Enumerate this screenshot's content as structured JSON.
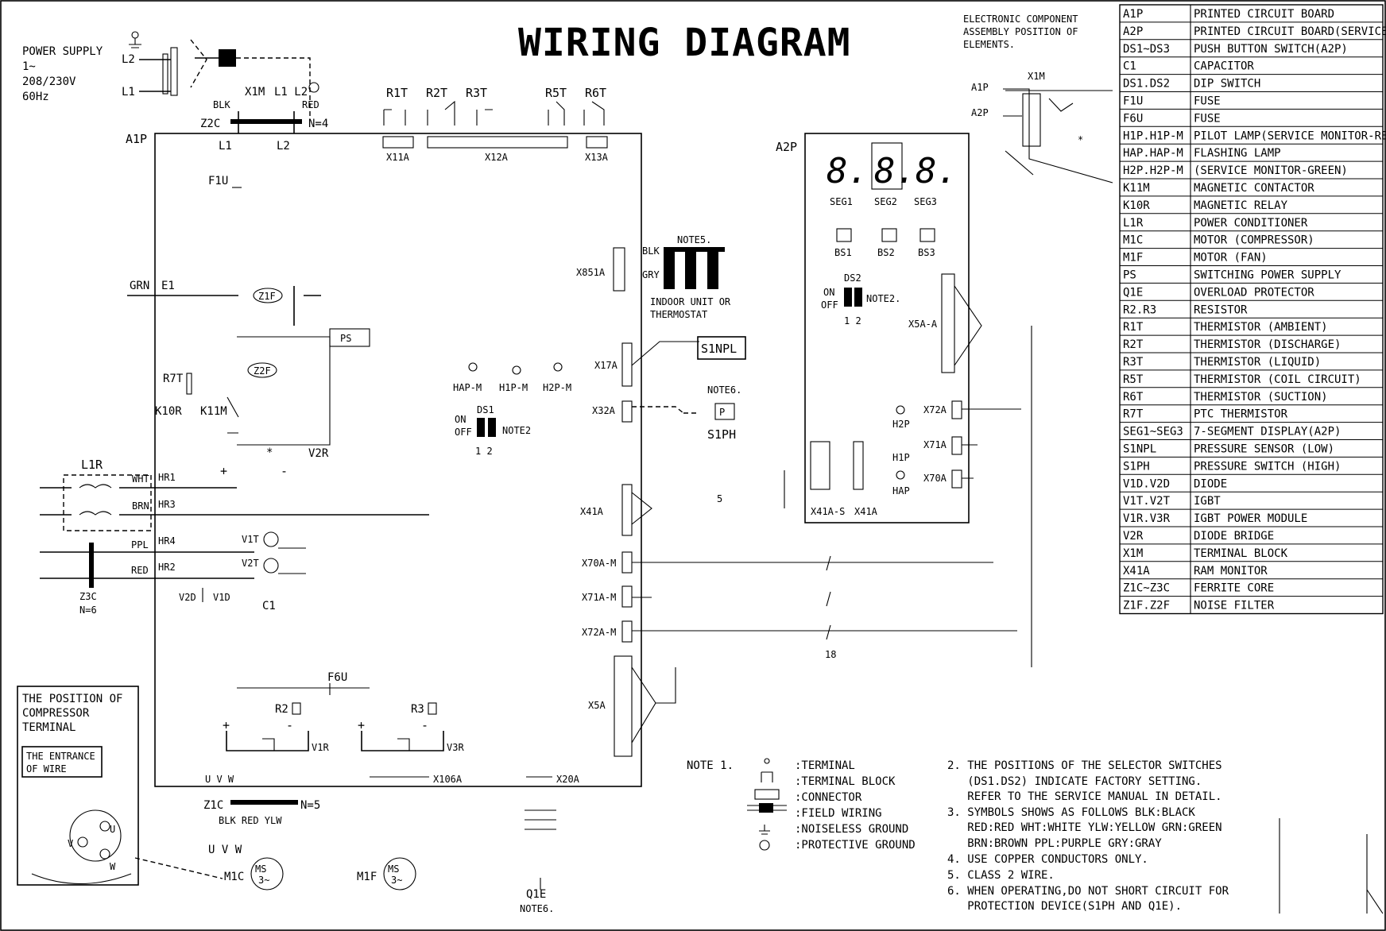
{
  "title": "WIRING DIAGRAM",
  "power_supply": [
    "POWER SUPPLY",
    "1~",
    "208/230V",
    "60Hz"
  ],
  "assembly_note": [
    "ELECTRONIC COMPONENT",
    "ASSEMBLY POSITION OF",
    "ELEMENTS."
  ],
  "labels": {
    "l2": "L2",
    "l1": "L1",
    "blk": "BLK",
    "red": "RED",
    "x1m": "X1M",
    "l1l2": "L1 L2",
    "z2c": "Z2C",
    "n4": "N=4",
    "a1p": "A1P",
    "l1_term": "L1",
    "l2_term": "L2",
    "f1u": "F1U",
    "grn": "GRN",
    "e1": "E1",
    "z1f": "Z1F",
    "ps": "PS",
    "z2f": "Z2F",
    "r7t": "R7T",
    "k10r": "K10R",
    "k11m": "K11M",
    "v2r": "V2R",
    "l1r": "L1R",
    "wht": "WHT",
    "brn": "BRN",
    "ppl": "PPL",
    "red2": "RED",
    "hr1": "HR1",
    "hr3": "HR3",
    "hr4": "HR4",
    "hr2": "HR2",
    "plus": "+",
    "minus": "-",
    "v1t": "V1T",
    "v2t": "V2T",
    "z3c": "Z3C",
    "n6": "N=6",
    "v2d": "V2D",
    "v1d": "V1D",
    "c1": "C1",
    "f6u": "F6U",
    "r2": "R2",
    "r3": "R3",
    "v1r": "V1R",
    "v3r": "V3R",
    "uvw_small": "U  V  W",
    "x106a": "X106A",
    "x20a": "X20A",
    "z1c": "Z1C",
    "n5": "N=5",
    "blk_red_ylw": "BLK RED YLW",
    "uvw": "U   V   W",
    "m1c": "M1C",
    "m1f": "M1F",
    "ms3": "MS",
    "ms3b": "3~",
    "q1e": "Q1E",
    "note6b": "NOTE6.",
    "r1t": "R1T",
    "r2t": "R2T",
    "r3t": "R3T",
    "r5t": "R5T",
    "r6t": "R6T",
    "x11a": "X11A",
    "x12a": "X12A",
    "x13a": "X13A",
    "x851a": "X851A",
    "blk2": "BLK",
    "gry": "GRY",
    "note5": "NOTE5.",
    "indoor": "INDOOR UNIT OR",
    "thermostat": "THERMOSTAT",
    "x17a": "X17A",
    "s1npl": "S1NPL",
    "x32a": "X32A",
    "note6": "NOTE6.",
    "p": "P",
    "s1ph": "S1PH",
    "hap_m": "HAP-M",
    "h1p_m": "H1P-M",
    "h2p_m": "H2P-M",
    "ds1": "DS1",
    "on": "ON",
    "off": "OFF",
    "note2": "NOTE2",
    "one_two": "1 2",
    "x41a_l": "X41A",
    "five": "5",
    "x70a_m": "X70A-M",
    "x71a_m": "X71A-M",
    "x72a_m": "X72A-M",
    "eighteen": "18",
    "x5a": "X5A",
    "a2p": "A2P",
    "seg1": "SEG1",
    "seg2": "SEG2",
    "seg3": "SEG3",
    "bs1": "BS1",
    "bs2": "BS2",
    "bs3": "BS3",
    "ds2": "DS2",
    "note2b": "NOTE2.",
    "x5a_a": "X5A-A",
    "h2p": "H2P",
    "h1p": "H1P",
    "hap": "HAP",
    "x72a": "X72A",
    "x71a": "X71A",
    "x70a": "X70A",
    "x41a_s": "X41A-S",
    "x41a": "X41A",
    "x1m_r": "X1M",
    "a1p_r": "A1P",
    "a2p_r": "A2P",
    "pos_title": [
      "THE POSITION OF",
      "COMPRESSOR",
      "TERMINAL"
    ],
    "entrance": [
      "THE ENTRANCE",
      "OF WIRE"
    ],
    "uvw_comp": [
      "U",
      "V",
      "W"
    ]
  },
  "note1": {
    "title": "NOTE 1.",
    "items": [
      ":TERMINAL",
      ":TERMINAL BLOCK",
      ":CONNECTOR",
      ":FIELD WIRING",
      ":NOISELESS GROUND",
      ":PROTECTIVE GROUND"
    ]
  },
  "notes": [
    "2. THE POSITIONS OF THE SELECTOR SWITCHES",
    "   (DS1.DS2) INDICATE FACTORY SETTING.",
    "   REFER TO THE SERVICE MANUAL IN DETAIL.",
    "3. SYMBOLS SHOWS AS FOLLOWS BLK:BLACK",
    "   RED:RED WHT:WHITE YLW:YELLOW GRN:GREEN",
    "   BRN:BROWN PPL:PURPLE GRY:GRAY",
    "4. USE COPPER CONDUCTORS ONLY.",
    "5. CLASS 2 WIRE.",
    "6. WHEN OPERATING,DO NOT SHORT CIRCUIT FOR",
    "   PROTECTION DEVICE(S1PH AND Q1E)."
  ],
  "legend": [
    [
      "A1P",
      "PRINTED CIRCUIT BOARD"
    ],
    [
      "A2P",
      "PRINTED CIRCUIT BOARD(SERVICE)"
    ],
    [
      "DS1~DS3",
      "PUSH BUTTON SWITCH(A2P)"
    ],
    [
      "C1",
      "CAPACITOR"
    ],
    [
      "DS1.DS2",
      "DIP SWITCH"
    ],
    [
      "F1U",
      "FUSE"
    ],
    [
      "F6U",
      "FUSE"
    ],
    [
      "H1P.H1P-M",
      "PILOT LAMP(SERVICE MONITOR-RED)"
    ],
    [
      "HAP.HAP-M",
      "FLASHING LAMP"
    ],
    [
      "H2P.H2P-M",
      "(SERVICE MONITOR-GREEN)"
    ],
    [
      "K11M",
      "MAGNETIC CONTACTOR"
    ],
    [
      "K10R",
      "MAGNETIC RELAY"
    ],
    [
      "L1R",
      "POWER CONDITIONER"
    ],
    [
      "M1C",
      "MOTOR (COMPRESSOR)"
    ],
    [
      "M1F",
      "MOTOR (FAN)"
    ],
    [
      "PS",
      "SWITCHING POWER SUPPLY"
    ],
    [
      "Q1E",
      "OVERLOAD PROTECTOR"
    ],
    [
      "R2.R3",
      "RESISTOR"
    ],
    [
      "R1T",
      "THERMISTOR (AMBIENT)"
    ],
    [
      "R2T",
      "THERMISTOR (DISCHARGE)"
    ],
    [
      "R3T",
      "THERMISTOR (LIQUID)"
    ],
    [
      "R5T",
      "THERMISTOR (COIL CIRCUIT)"
    ],
    [
      "R6T",
      "THERMISTOR (SUCTION)"
    ],
    [
      "R7T",
      "PTC THERMISTOR"
    ],
    [
      "SEG1~SEG3",
      "7-SEGMENT DISPLAY(A2P)"
    ],
    [
      "S1NPL",
      "PRESSURE SENSOR (LOW)"
    ],
    [
      "S1PH",
      "PRESSURE SWITCH (HIGH)"
    ],
    [
      "V1D.V2D",
      "DIODE"
    ],
    [
      "V1T.V2T",
      "IGBT"
    ],
    [
      "V1R.V3R",
      "IGBT POWER MODULE"
    ],
    [
      "V2R",
      "DIODE BRIDGE"
    ],
    [
      "X1M",
      "TERMINAL BLOCK"
    ],
    [
      "X41A",
      "RAM MONITOR"
    ],
    [
      "Z1C~Z3C",
      "FERRITE CORE"
    ],
    [
      "Z1F.Z2F",
      "NOISE FILTER"
    ]
  ]
}
